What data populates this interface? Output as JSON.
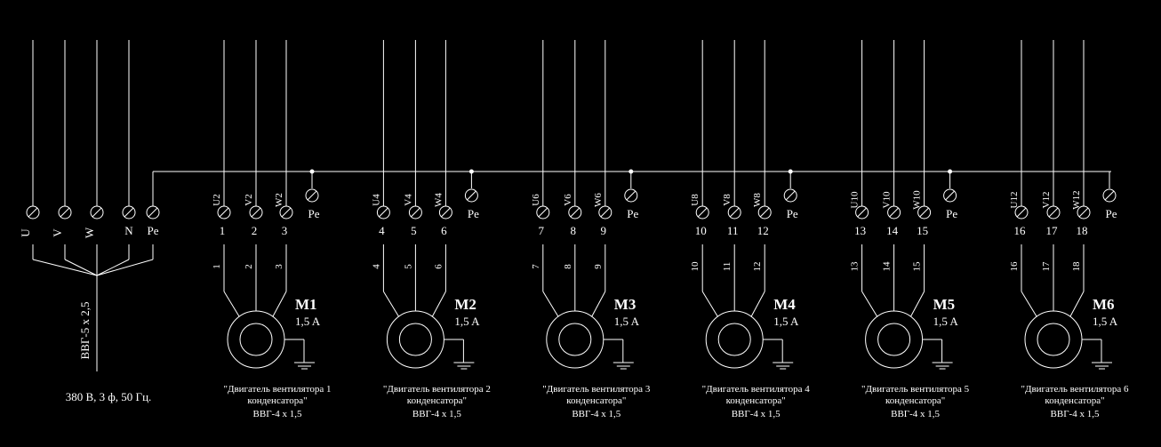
{
  "colors": {
    "background": "#000000",
    "line": "#ffffff"
  },
  "supply": {
    "terminals": [
      "U",
      "V",
      "W",
      "N",
      "Pe"
    ],
    "cable": "ВВГ-5 х 2,5",
    "voltage": "380 В, 3 ф, 50 Гц."
  },
  "pe_label": "Pe",
  "motors": [
    {
      "name": "M1",
      "current": "1,5 A",
      "wires": [
        "U2",
        "V2",
        "W2"
      ],
      "terms": [
        "1",
        "2",
        "3"
      ],
      "caption1": "\"Двигатель вентилятора 1",
      "caption2": "конденсатора\"",
      "cable": "ВВГ-4 х 1,5"
    },
    {
      "name": "M2",
      "current": "1,5 A",
      "wires": [
        "U4",
        "V4",
        "W4"
      ],
      "terms": [
        "4",
        "5",
        "6"
      ],
      "caption1": "\"Двигатель вентилятора 2",
      "caption2": "конденсатора\"",
      "cable": "ВВГ-4 х 1,5"
    },
    {
      "name": "M3",
      "current": "1,5 A",
      "wires": [
        "U6",
        "V6",
        "W6"
      ],
      "terms": [
        "7",
        "8",
        "9"
      ],
      "caption1": "\"Двигатель вентилятора 3",
      "caption2": "конденсатора\"",
      "cable": "ВВГ-4 х 1,5"
    },
    {
      "name": "M4",
      "current": "1,5 A",
      "wires": [
        "U8",
        "V8",
        "W8"
      ],
      "terms": [
        "10",
        "11",
        "12"
      ],
      "caption1": "\"Двигатель вентилятора 4",
      "caption2": "конденсатора\"",
      "cable": "ВВГ-4 х 1,5"
    },
    {
      "name": "M5",
      "current": "1,5 A",
      "wires": [
        "U10",
        "V10",
        "W10"
      ],
      "terms": [
        "13",
        "14",
        "15"
      ],
      "caption1": "\"Двигатель вентилятора 5",
      "caption2": "конденсатора\"",
      "cable": "ВВГ-4 х 1,5"
    },
    {
      "name": "M6",
      "current": "1,5 A",
      "wires": [
        "U12",
        "V12",
        "W12"
      ],
      "terms": [
        "16",
        "17",
        "18"
      ],
      "caption1": "\"Двигатель вентилятора 6",
      "caption2": "конденсатора\"",
      "cable": "ВВГ-4 х 1,5"
    }
  ]
}
